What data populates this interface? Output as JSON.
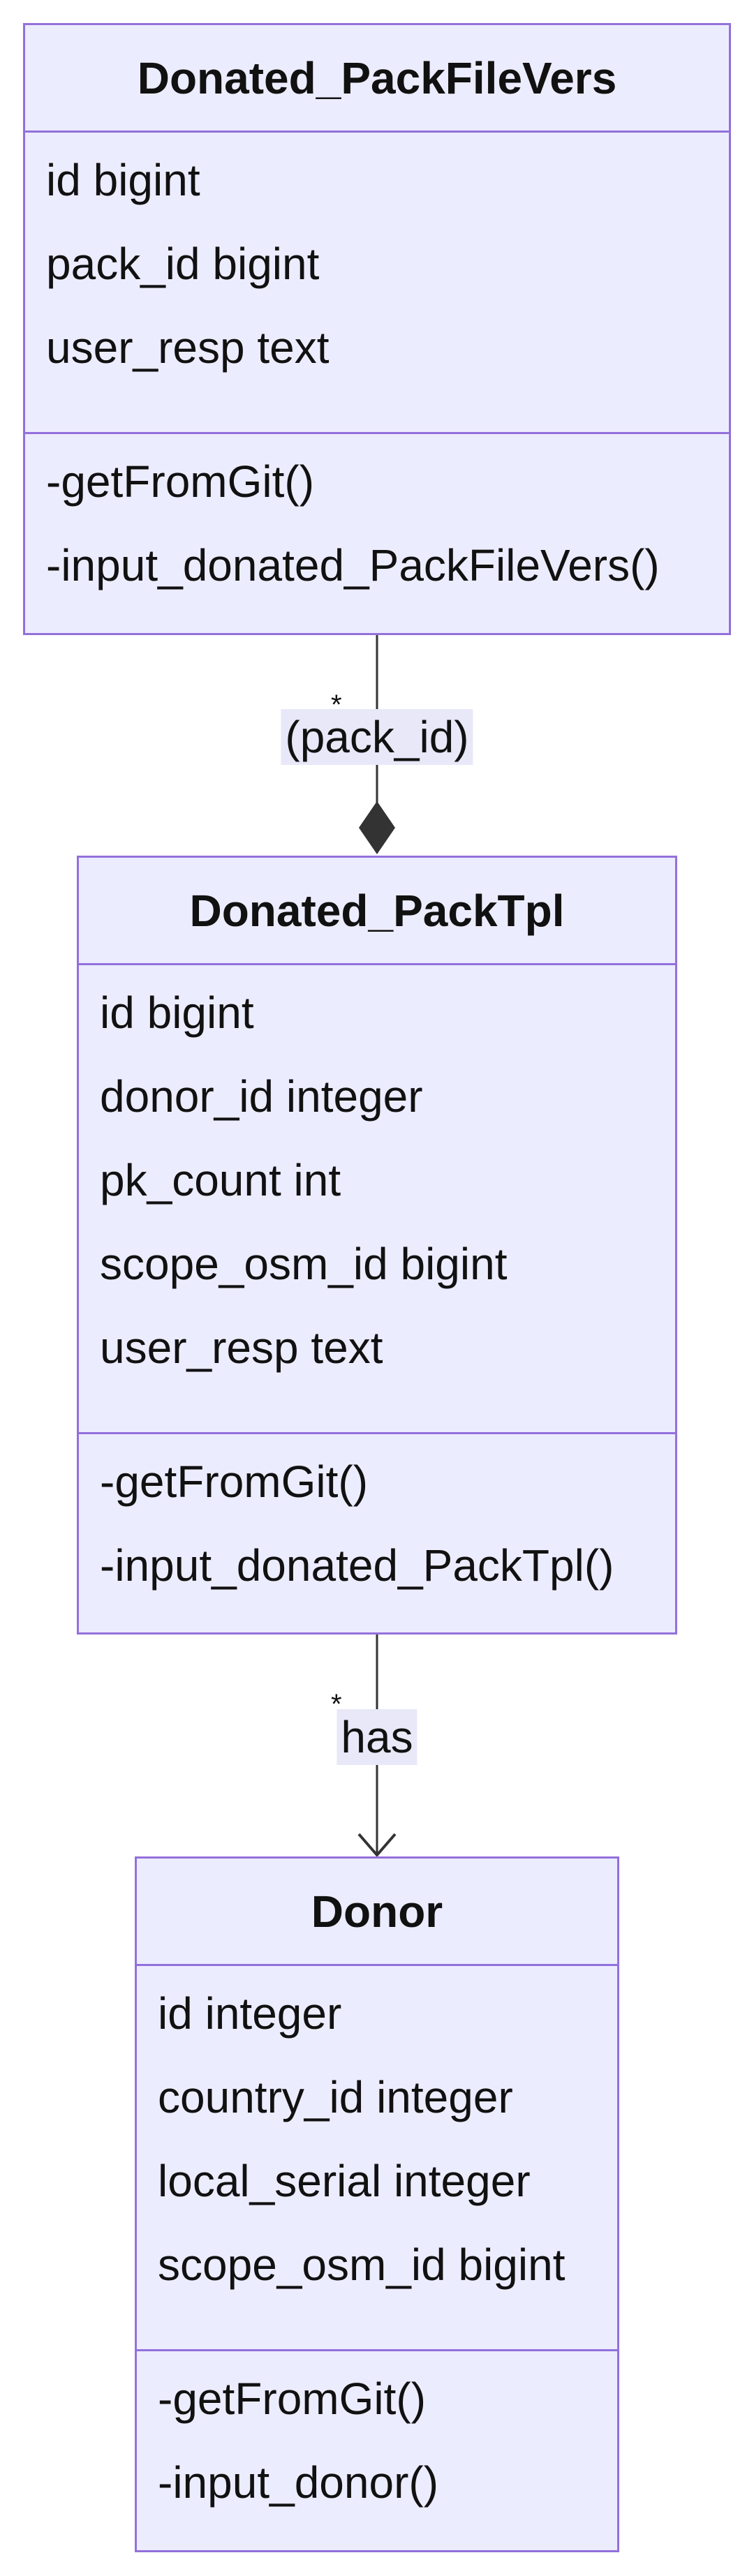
{
  "diagram": {
    "type": "uml-class-diagram",
    "colors": {
      "class_fill": "#ececff",
      "class_border": "#9370db",
      "edge": "#333333",
      "label_background": "#e8e8f8",
      "text": "#111111"
    },
    "classes": [
      {
        "name": "Donated_PackFileVers",
        "attributes": [
          "id bigint",
          "pack_id bigint",
          "user_resp text"
        ],
        "methods": [
          "-getFromGit()",
          "-input_donated_PackFileVers()"
        ]
      },
      {
        "name": "Donated_PackTpl",
        "attributes": [
          "id bigint",
          "donor_id integer",
          "pk_count int",
          "scope_osm_id bigint",
          "user_resp text"
        ],
        "methods": [
          "-getFromGit()",
          "-input_donated_PackTpl()"
        ]
      },
      {
        "name": "Donor",
        "attributes": [
          "id integer",
          "country_id integer",
          "local_serial integer",
          "scope_osm_id bigint"
        ],
        "methods": [
          "-getFromGit()",
          "-input_donor()"
        ]
      }
    ],
    "relations": [
      {
        "from": "Donated_PackFileVers",
        "to": "Donated_PackTpl",
        "label": "(pack_id)",
        "multiplicity": "*",
        "kind": "composition"
      },
      {
        "from": "Donated_PackTpl",
        "to": "Donor",
        "label": "has",
        "multiplicity": "*",
        "kind": "association"
      }
    ]
  }
}
